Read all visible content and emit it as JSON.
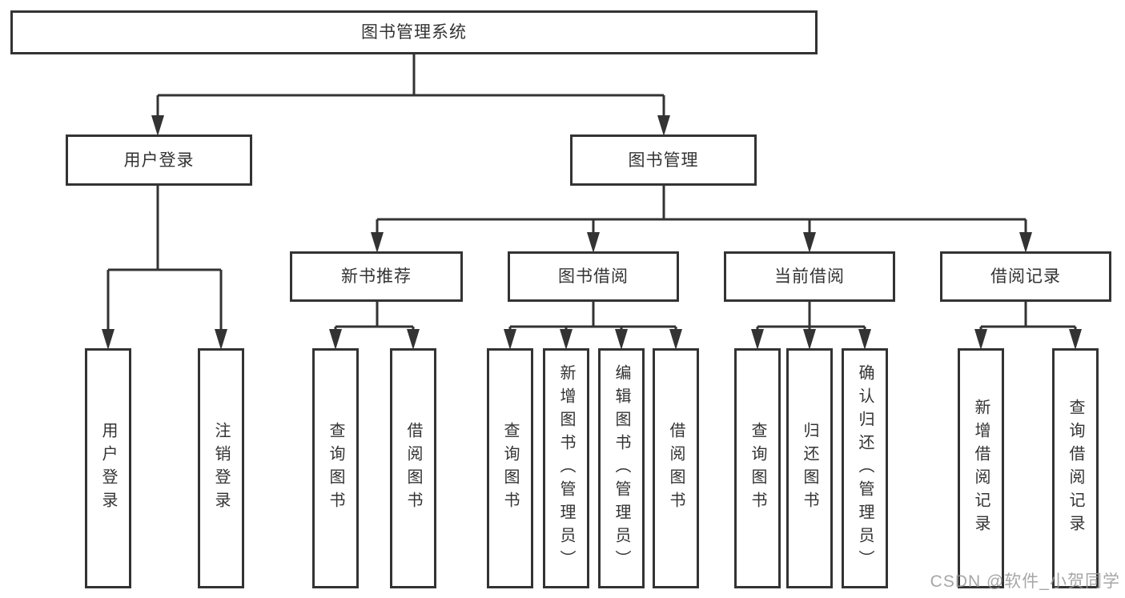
{
  "diagram": {
    "root": {
      "label": "图书管理系统"
    },
    "level2": [
      {
        "label": "用户登录"
      },
      {
        "label": "图书管理"
      }
    ],
    "level3": [
      {
        "label": "新书推荐"
      },
      {
        "label": "图书借阅"
      },
      {
        "label": "当前借阅"
      },
      {
        "label": "借阅记录"
      }
    ],
    "leaves": {
      "under_user_login": [
        "用户登录",
        "注销登录"
      ],
      "under_new_book": [
        "查询图书",
        "借阅图书"
      ],
      "under_book_borrow": [
        "查询图书",
        "新增图书（管理员）",
        "编辑图书（管理员）",
        "借阅图书"
      ],
      "under_current_borrow": [
        "查询图书",
        "归还图书",
        "确认归还（管理员）"
      ],
      "under_borrow_record": [
        "新增借阅记录",
        "查询借阅记录"
      ]
    }
  },
  "watermark": "CSDN @软件_小贺同学",
  "colors": {
    "line": "#333333",
    "box_border": "#333333",
    "text": "#333333",
    "watermark": "#969696",
    "background": "#ffffff"
  }
}
